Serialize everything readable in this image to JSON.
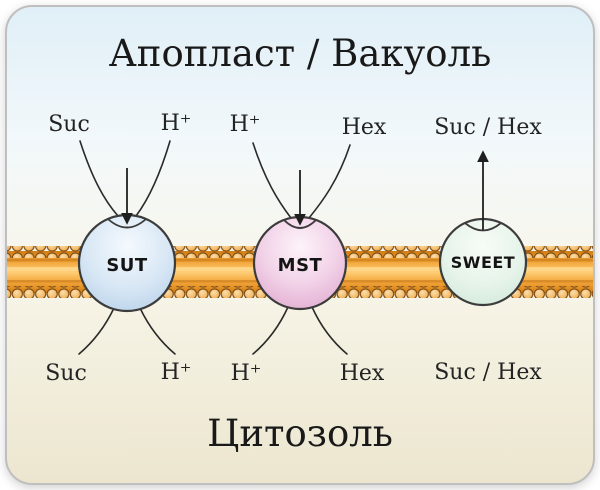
{
  "title": "Апопласт / Вакуоль",
  "cytosol_label": "Цитозоль",
  "transporters": {
    "sut": {
      "name": "SUT",
      "apoplast_left": "Suc",
      "apoplast_right": "H⁺",
      "cytosol_left": "Suc",
      "cytosol_right": "H⁺"
    },
    "mst": {
      "name": "MST",
      "apoplast_left": "H⁺",
      "apoplast_right": "Hex",
      "cytosol_left": "H⁺",
      "cytosol_right": "Hex"
    },
    "sweet": {
      "name": "SWEET",
      "apoplast_label": "Suc / Hex",
      "cytosol_label": "Suc / Hex"
    }
  },
  "colors": {
    "membrane_orange": "#f2a438",
    "membrane_head_outline": "#7c4a12",
    "sut_fill": "#d8e7f5",
    "mst_fill": "#f2d3e8",
    "sweet_fill": "#e7f4ea",
    "background_top": "#e0eff7",
    "background_bottom": "#ece6cf",
    "text": "#191919"
  }
}
